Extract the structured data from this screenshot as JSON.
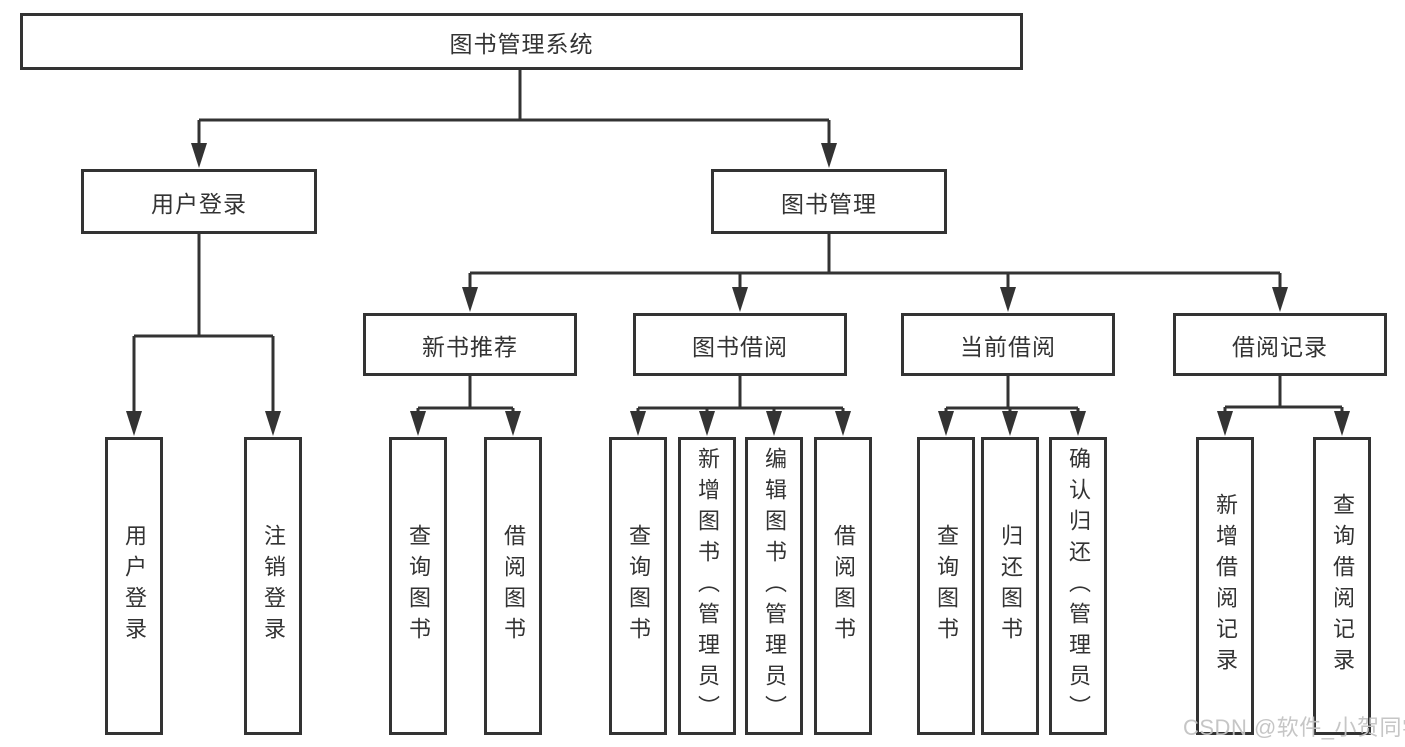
{
  "diagram": {
    "type": "hierarchy",
    "root": {
      "id": "library-management-system",
      "label": "图书管理系统"
    },
    "level2": [
      {
        "id": "user-login",
        "label": "用户登录",
        "parent": "library-management-system"
      },
      {
        "id": "book-management",
        "label": "图书管理",
        "parent": "library-management-system"
      }
    ],
    "level3": [
      {
        "id": "new-book-recommend",
        "label": "新书推荐",
        "parent": "book-management"
      },
      {
        "id": "book-borrowing",
        "label": "图书借阅",
        "parent": "book-management"
      },
      {
        "id": "current-borrowing",
        "label": "当前借阅",
        "parent": "book-management"
      },
      {
        "id": "borrowing-records",
        "label": "借阅记录",
        "parent": "book-management"
      }
    ],
    "leaves": [
      {
        "id": "user-login-action",
        "label": "用户登录",
        "parent": "user-login"
      },
      {
        "id": "logout-action",
        "label": "注销登录",
        "parent": "user-login"
      },
      {
        "id": "query-books-recommend",
        "label": "查询图书",
        "parent": "new-book-recommend"
      },
      {
        "id": "borrow-books-recommend",
        "label": "借阅图书",
        "parent": "new-book-recommend"
      },
      {
        "id": "query-books-borrowing",
        "label": "查询图书",
        "parent": "book-borrowing"
      },
      {
        "id": "add-books-admin",
        "label": "新增图书（管理员）",
        "parent": "book-borrowing"
      },
      {
        "id": "edit-books-admin",
        "label": "编辑图书（管理员）",
        "parent": "book-borrowing"
      },
      {
        "id": "borrow-books",
        "label": "借阅图书",
        "parent": "book-borrowing"
      },
      {
        "id": "query-books-current",
        "label": "查询图书",
        "parent": "current-borrowing"
      },
      {
        "id": "return-books",
        "label": "归还图书",
        "parent": "current-borrowing"
      },
      {
        "id": "confirm-return-admin",
        "label": "确认归还（管理员）",
        "parent": "current-borrowing"
      },
      {
        "id": "add-borrowing-record",
        "label": "新增借阅记录",
        "parent": "borrowing-records"
      },
      {
        "id": "query-borrowing-record",
        "label": "查询借阅记录",
        "parent": "borrowing-records"
      }
    ],
    "watermark": "CSDN @软件_小贺同学",
    "colors": {
      "line": "#333333",
      "border": "#333333",
      "text": "#333333",
      "background": "#ffffff",
      "watermark": "#c3c3c3"
    }
  }
}
